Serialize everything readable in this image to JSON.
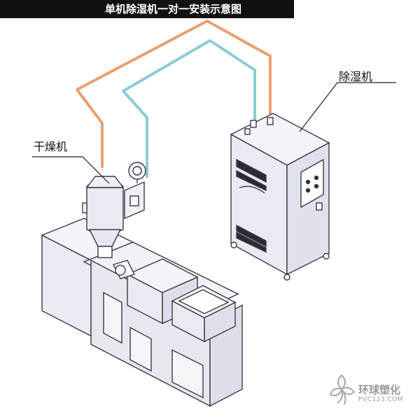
{
  "title": "单机除湿机一对一安装示意图",
  "labels": {
    "dehumidifier": "除湿机",
    "dryer": "干燥机"
  },
  "watermark": {
    "brand": "环球塑化",
    "url": "PVC123.COM"
  },
  "colors": {
    "hot_pipe": "#e8a070",
    "cold_pipe": "#8ccbd8",
    "machine_fill": "#e9ebf3",
    "machine_stroke": "#3a3a44"
  },
  "icons": [
    "flower-logo-icon"
  ]
}
